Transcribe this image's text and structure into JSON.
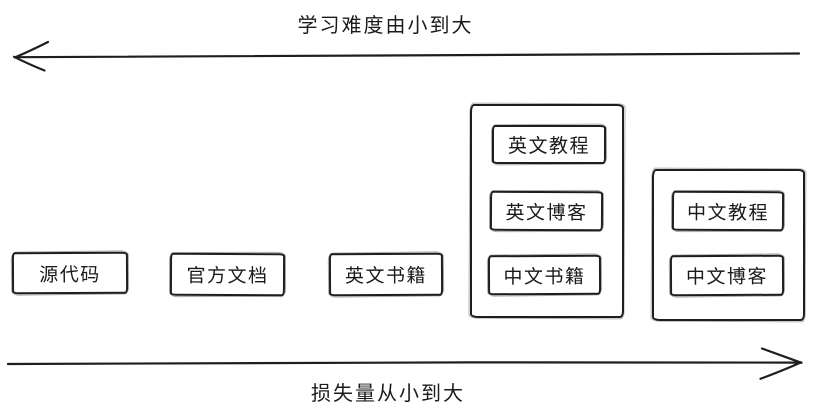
{
  "colors": {
    "stroke": "#1e1e1e",
    "background": "#ffffff"
  },
  "axes": {
    "top": {
      "label": "学习难度由小到大",
      "arrow_direction": "left"
    },
    "bottom": {
      "label": "损失量从小到大",
      "arrow_direction": "right"
    }
  },
  "items": [
    {
      "label": "源代码"
    },
    {
      "label": "官方文档"
    },
    {
      "label": "英文书籍"
    }
  ],
  "groups": [
    {
      "items": [
        {
          "label": "英文教程"
        },
        {
          "label": "英文博客"
        },
        {
          "label": "中文书籍"
        }
      ]
    },
    {
      "items": [
        {
          "label": "中文教程"
        },
        {
          "label": "中文博客"
        }
      ]
    }
  ]
}
